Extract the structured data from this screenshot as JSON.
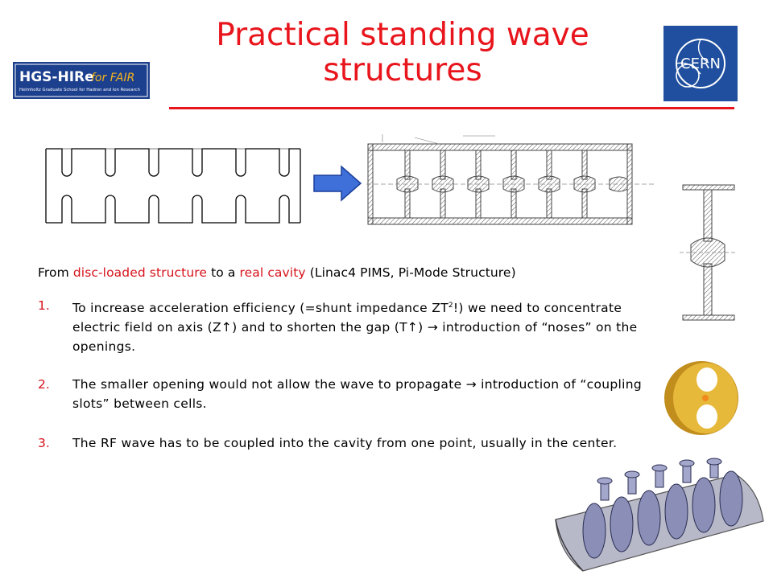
{
  "title": {
    "line1": "Practical standing wave",
    "line2": "structures"
  },
  "logos": {
    "hgs": {
      "main": "HGS-HIRe",
      "suffix": "for FAIR",
      "subtitle": "Helmholtz Graduate School for Hadron and Ion Research"
    },
    "cern": {
      "text": "CERN"
    }
  },
  "intro": {
    "p1": "From ",
    "h1": "disc-loaded structure",
    "p2": " to a ",
    "h2": "real cavity",
    "p3": " (Linac4 PIMS, Pi-Mode Structure)"
  },
  "points": [
    {
      "num": "1.",
      "a": "To increase acceleration efficiency (=shunt impedance ZT",
      "sup": "2",
      "b": "!) we need to concentrate electric field on axis (Z↑) and to shorten the gap (T↑) → introduction of “noses” on the openings."
    },
    {
      "num": "2.",
      "a": "The smaller opening would not allow the wave to propagate → introduction of “coupling slots” between cells."
    },
    {
      "num": "3.",
      "a": "The RF wave has to be coupled into the cavity from one point, usually in the center."
    }
  ],
  "colors": {
    "title": "#e8151c",
    "highlight": "#d6121a",
    "arrow": "#3f6fd8",
    "cern_blue": "#1f4f9e",
    "hgs_bg": "#1c3f8e",
    "cavity_gold": "#d9a62a"
  }
}
